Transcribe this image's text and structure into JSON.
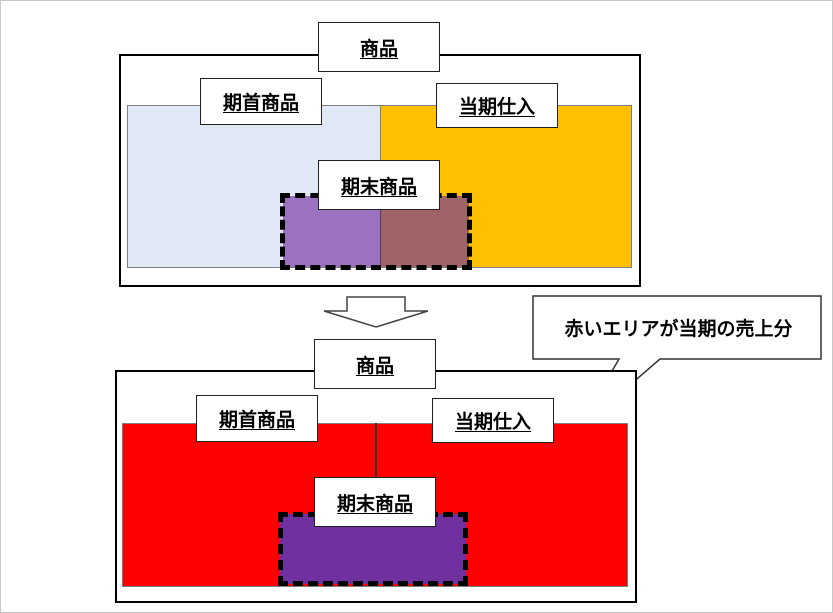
{
  "top": {
    "title": "商品",
    "opening_label": "期首商品",
    "purchases_label": "当期仕入",
    "ending_label": "期末商品"
  },
  "bottom": {
    "title": "商品",
    "opening_label": "期首商品",
    "purchases_label": "当期仕入",
    "ending_label": "期末商品"
  },
  "callout": {
    "text": "赤いエリアが当期の売上分"
  },
  "colors": {
    "opening_fill": "#dfe8f4",
    "purchases_fill": "#ffc000",
    "ending_opening_part": "#9b72c0",
    "ending_purchases_part": "#a06468",
    "sold_fill": "#ff0000",
    "ending_fill_bottom": "#7030a0"
  }
}
